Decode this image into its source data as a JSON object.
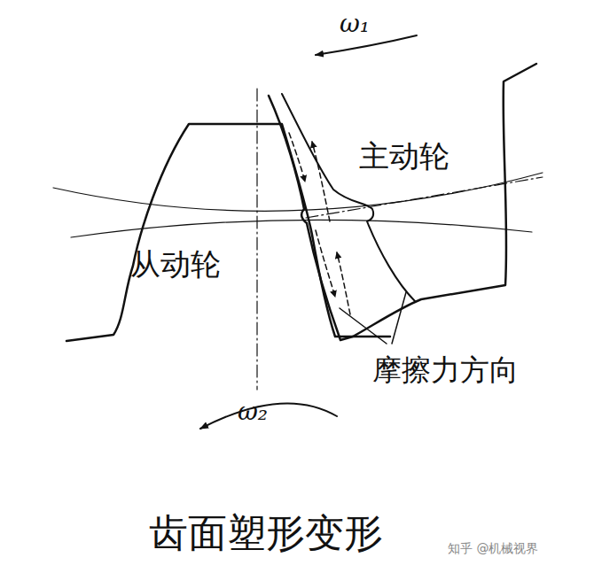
{
  "diagram": {
    "caption": "齿面塑形变形",
    "labels": [
      "ω₁",
      "主动轮",
      "从动轮",
      "摩擦力方向",
      "ω₂",
      "知乎 @机械视界"
    ]
  }
}
